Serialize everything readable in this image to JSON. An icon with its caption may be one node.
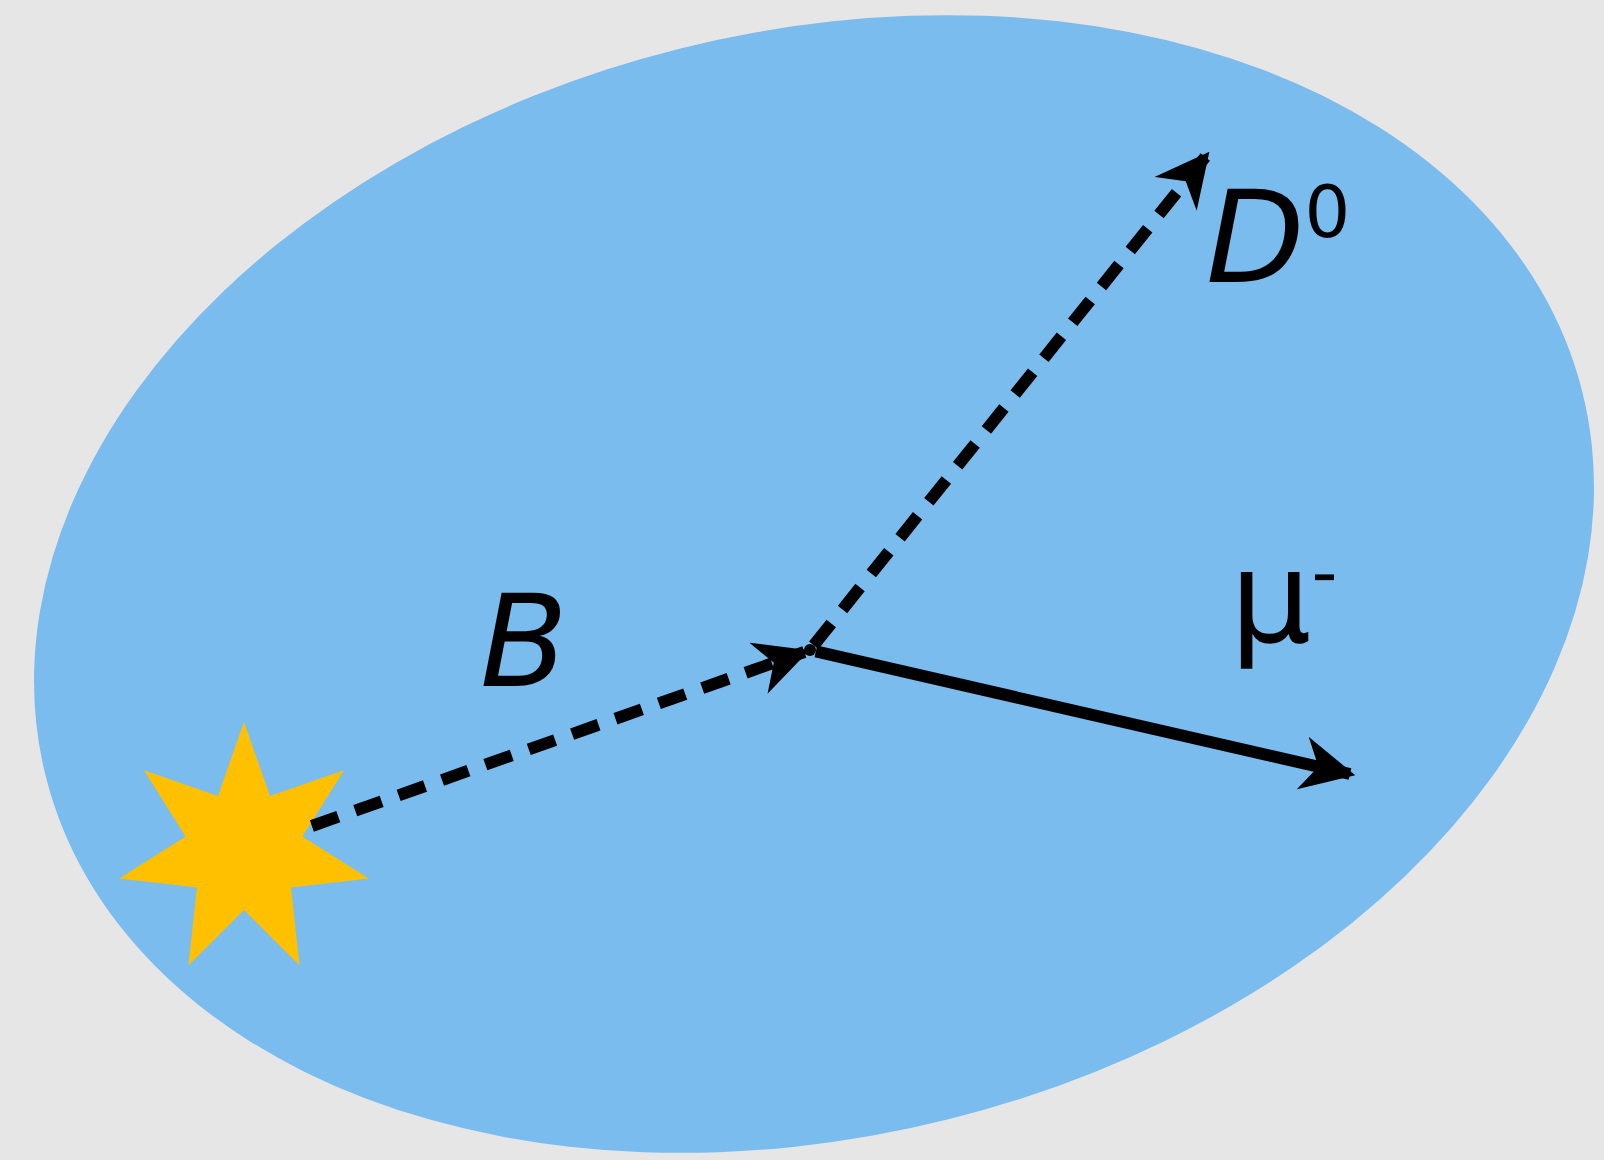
{
  "diagram": {
    "nodes": [
      {
        "text": [],
        "shape": "star"
      },
      {
        "text": [],
        "shape": "point"
      }
    ],
    "edges": [
      {
        "from": 0,
        "to": 1,
        "arrow": "to",
        "style": "dashed",
        "label": "*B*"
      },
      {
        "from": 1,
        "to": null,
        "arrow": "to",
        "style": "dashed",
        "label": "*D*$^{0}$"
      },
      {
        "from": 1,
        "to": null,
        "arrow": "to",
        "label": "μ$^{-}$"
      }
    ]
  }
}
